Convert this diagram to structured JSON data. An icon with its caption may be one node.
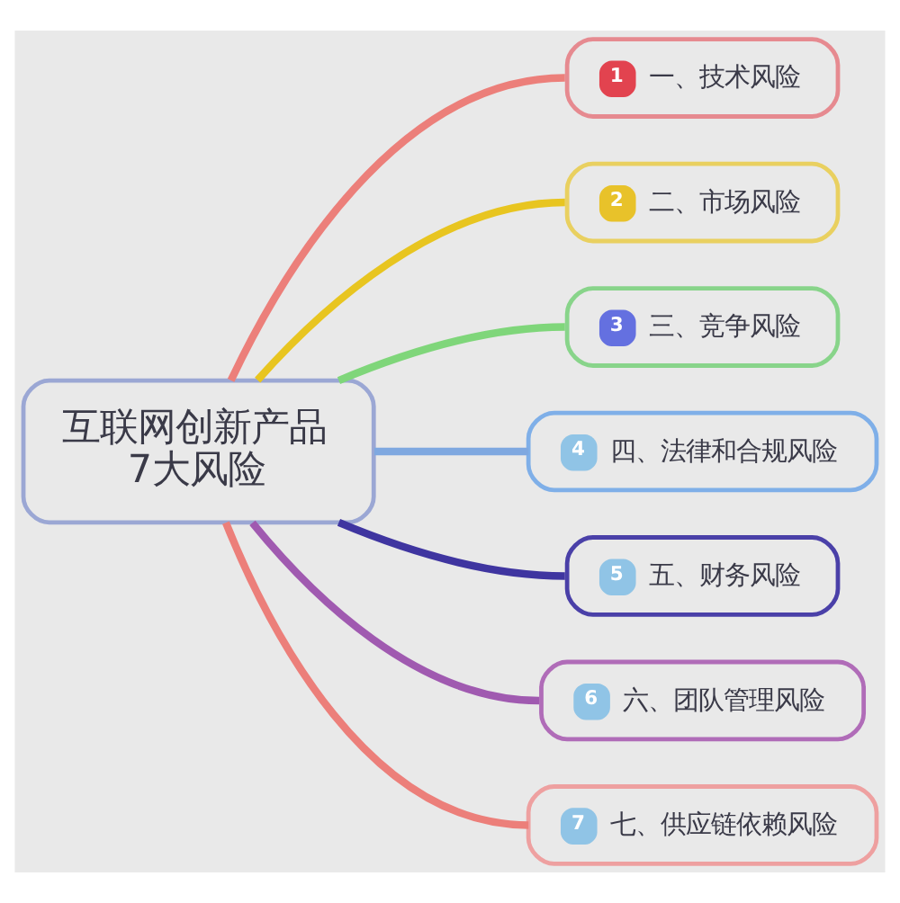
{
  "diagram": {
    "nodes": [
      {
        "text": [
          "互联网创新产品 7大风险"
        ]
      },
      {
        "text": [
          "1",
          "一、技术风险"
        ]
      },
      {
        "text": [
          "2",
          "二、市场风险"
        ]
      },
      {
        "text": [
          "3",
          "三、竞争风险"
        ]
      },
      {
        "text": [
          "4",
          "四、法律和合规风险"
        ]
      },
      {
        "text": [
          "5",
          "五、财务风险"
        ]
      },
      {
        "text": [
          "6",
          "六、团队管理风险"
        ]
      },
      {
        "text": [
          "7",
          "七、供应链依赖风险"
        ]
      }
    ],
    "edges": [
      {
        "from": 0,
        "to": 1,
        "arrow": "none",
        "color": "#ec7f7a"
      },
      {
        "from": 0,
        "to": 2,
        "arrow": "none",
        "color": "#e8c520"
      },
      {
        "from": 0,
        "to": 3,
        "arrow": "none",
        "color": "#7fd67a"
      },
      {
        "from": 0,
        "to": 4,
        "arrow": "none",
        "color": "#7fa8e0"
      },
      {
        "from": 0,
        "to": 5,
        "arrow": "none",
        "color": "#3f35a0"
      },
      {
        "from": 0,
        "to": 6,
        "arrow": "none",
        "color": "#a05ab0"
      },
      {
        "from": 0,
        "to": 7,
        "arrow": "none",
        "color": "#ec7f7a"
      }
    ]
  }
}
